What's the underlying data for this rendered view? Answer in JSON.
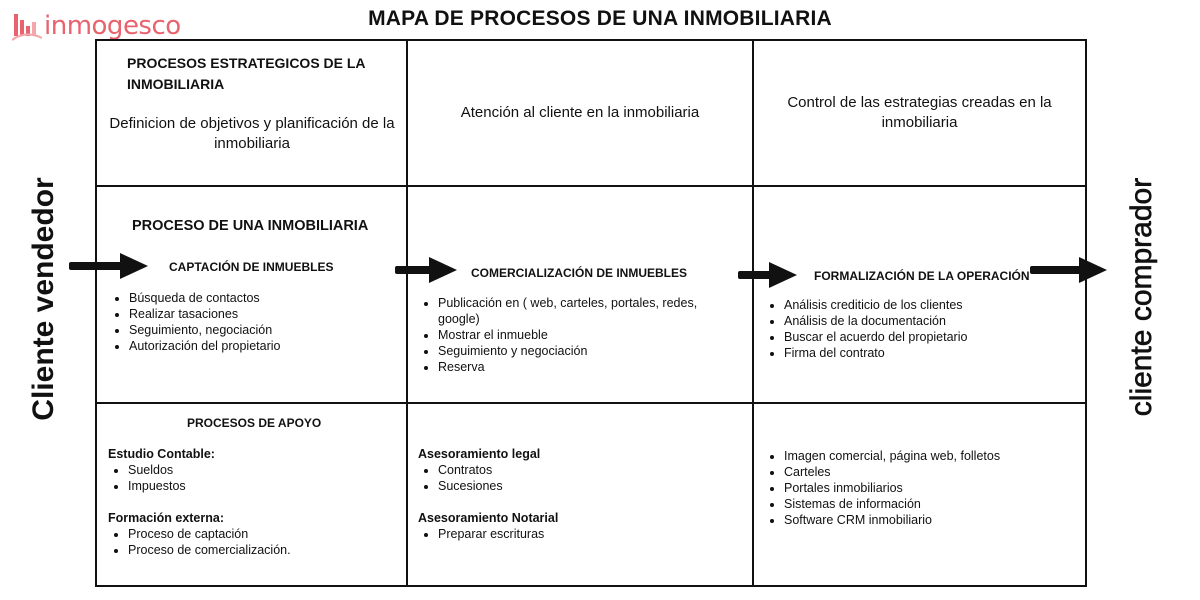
{
  "logo": {
    "text": "inmogesco"
  },
  "title": "MAPA DE PROCESOS DE UNA INMOBILIARIA",
  "side": {
    "left": "Cliente vendedor",
    "right": "cliente comprador"
  },
  "strategic": {
    "heading": "PROCESOS ESTRATEGICOS DE LA INMOBILIARIA",
    "col1_text": "Definicion de objetivos y planificación de la inmobiliaria",
    "col2_text": "Atención al cliente en la inmobiliaria",
    "col3_text": "Control de las estrategias creadas en la inmobiliaria"
  },
  "process": {
    "heading": "PROCESO DE UNA INMOBILIARIA",
    "stages": [
      {
        "title": "CAPTACIÓN DE INMUEBLES",
        "items": [
          "Búsqueda de contactos",
          "Realizar tasaciones",
          "Seguimiento, negociación",
          "Autorización del propietario"
        ]
      },
      {
        "title": "COMERCIALIZACIÓN DE INMUEBLES",
        "items": [
          "Publicación en ( web, carteles, portales, redes, google)",
          "Mostrar el inmueble",
          "Seguimiento y negociación",
          "Reserva"
        ]
      },
      {
        "title": "FORMALIZACIÓN DE LA OPERACIÓN",
        "items": [
          "Análisis crediticio de los clientes",
          "Análisis de la documentación",
          "Buscar el acuerdo del propietario",
          "Firma del contrato"
        ]
      }
    ]
  },
  "support": {
    "heading": "PROCESOS DE APOYO",
    "col1": [
      {
        "title": "Estudio Contable:",
        "items": [
          "Sueldos",
          "Impuestos"
        ]
      },
      {
        "title": "Formación externa:",
        "items": [
          "Proceso de captación",
          "Proceso de comercialización."
        ]
      }
    ],
    "col2": [
      {
        "title": "Asesoramiento legal",
        "items": [
          "Contratos",
          "Sucesiones"
        ]
      },
      {
        "title": "Asesoramiento Notarial",
        "items": [
          "Preparar escrituras"
        ]
      }
    ],
    "col3": {
      "items": [
        "Imagen comercial, página web, folletos",
        "Carteles",
        "Portales inmobiliarios",
        "Sistemas de información",
        "Software CRM inmobiliario"
      ]
    }
  }
}
